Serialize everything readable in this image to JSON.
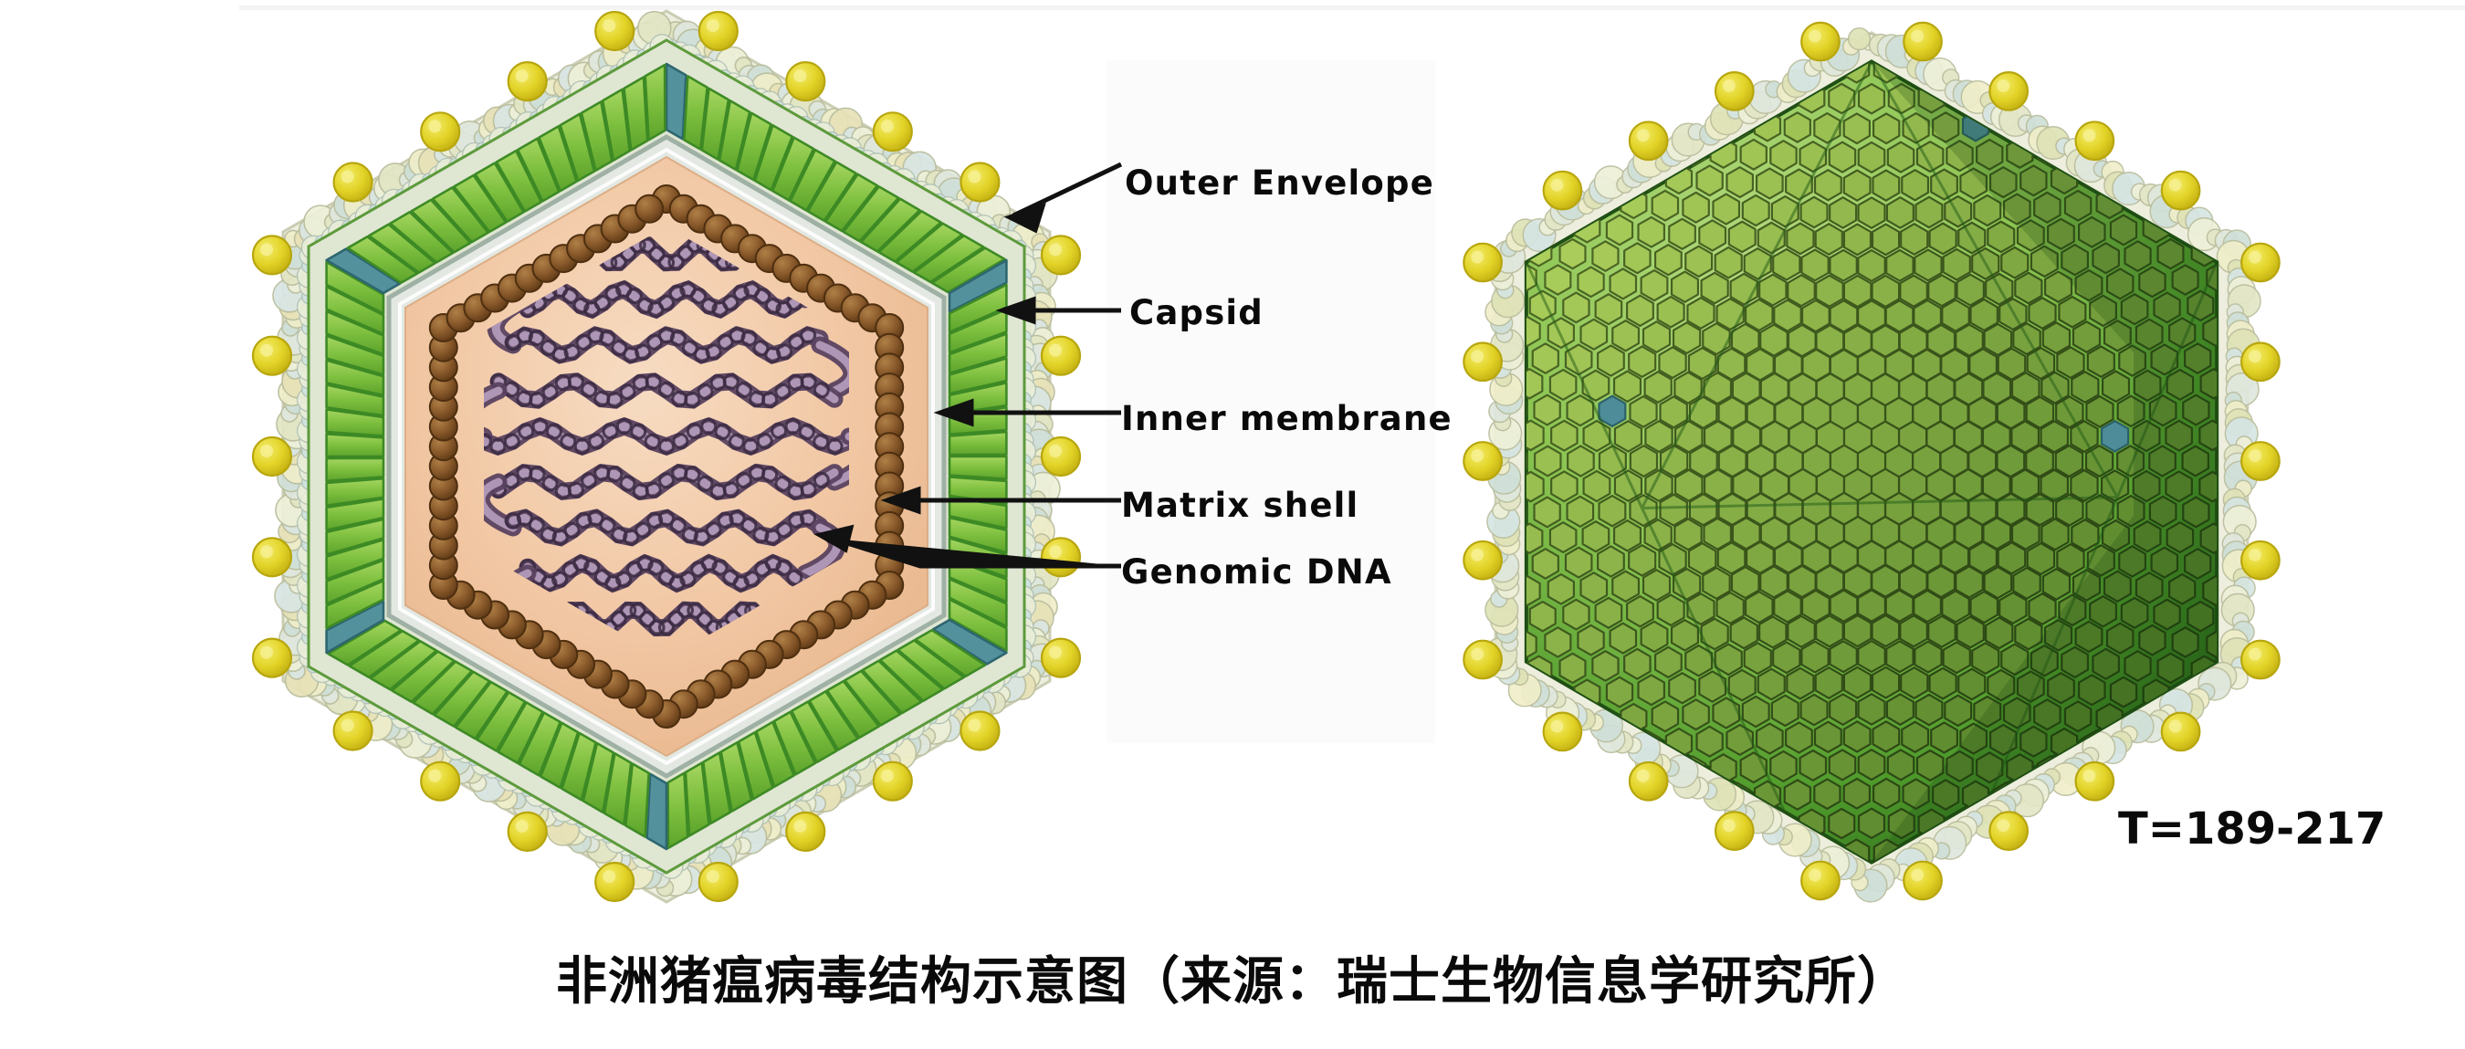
{
  "figure": {
    "title_caption": "非洲猪瘟病毒结构示意图（来源：瑞士生物信息学研究所）",
    "triangulation_label": "T=189-217",
    "panels": {
      "left": {
        "name": "virus-cross-section",
        "description": "African swine fever virus cut-away cross-section"
      },
      "right": {
        "name": "virus-capsid-model",
        "description": "African swine fever virus icosahedral capsid surface model"
      }
    },
    "callouts": [
      {
        "id": "outer-envelope",
        "label": "Outer  Envelope"
      },
      {
        "id": "capsid",
        "label": "Capsid"
      },
      {
        "id": "inner-membrane",
        "label": "Inner  membrane"
      },
      {
        "id": "matrix-shell",
        "label": "Matrix  shell"
      },
      {
        "id": "genomic-dna",
        "label": "Genomic  DNA"
      }
    ]
  },
  "colors": {
    "background": "#ffffff",
    "label_panel": "#fbfbfb",
    "capsomer_green_light": "#8fc94e",
    "capsomer_green_mid": "#6cb339",
    "capsomer_green_dark": "#2f7a23",
    "capsomer_teal": "#4d8f9b",
    "envelope_pale": "#e9ead2",
    "envelope_spike_yellow": "#e3d72a",
    "inner_membrane_gray": "#dfe3e0",
    "matrix_peach": "#f2c9a6",
    "matrix_bead_brown": "#8a5a2b",
    "dna_purple": "#8b6f93",
    "dna_dark": "#3a2740",
    "leader_line": "#111111",
    "text": "#0a0a0a"
  }
}
